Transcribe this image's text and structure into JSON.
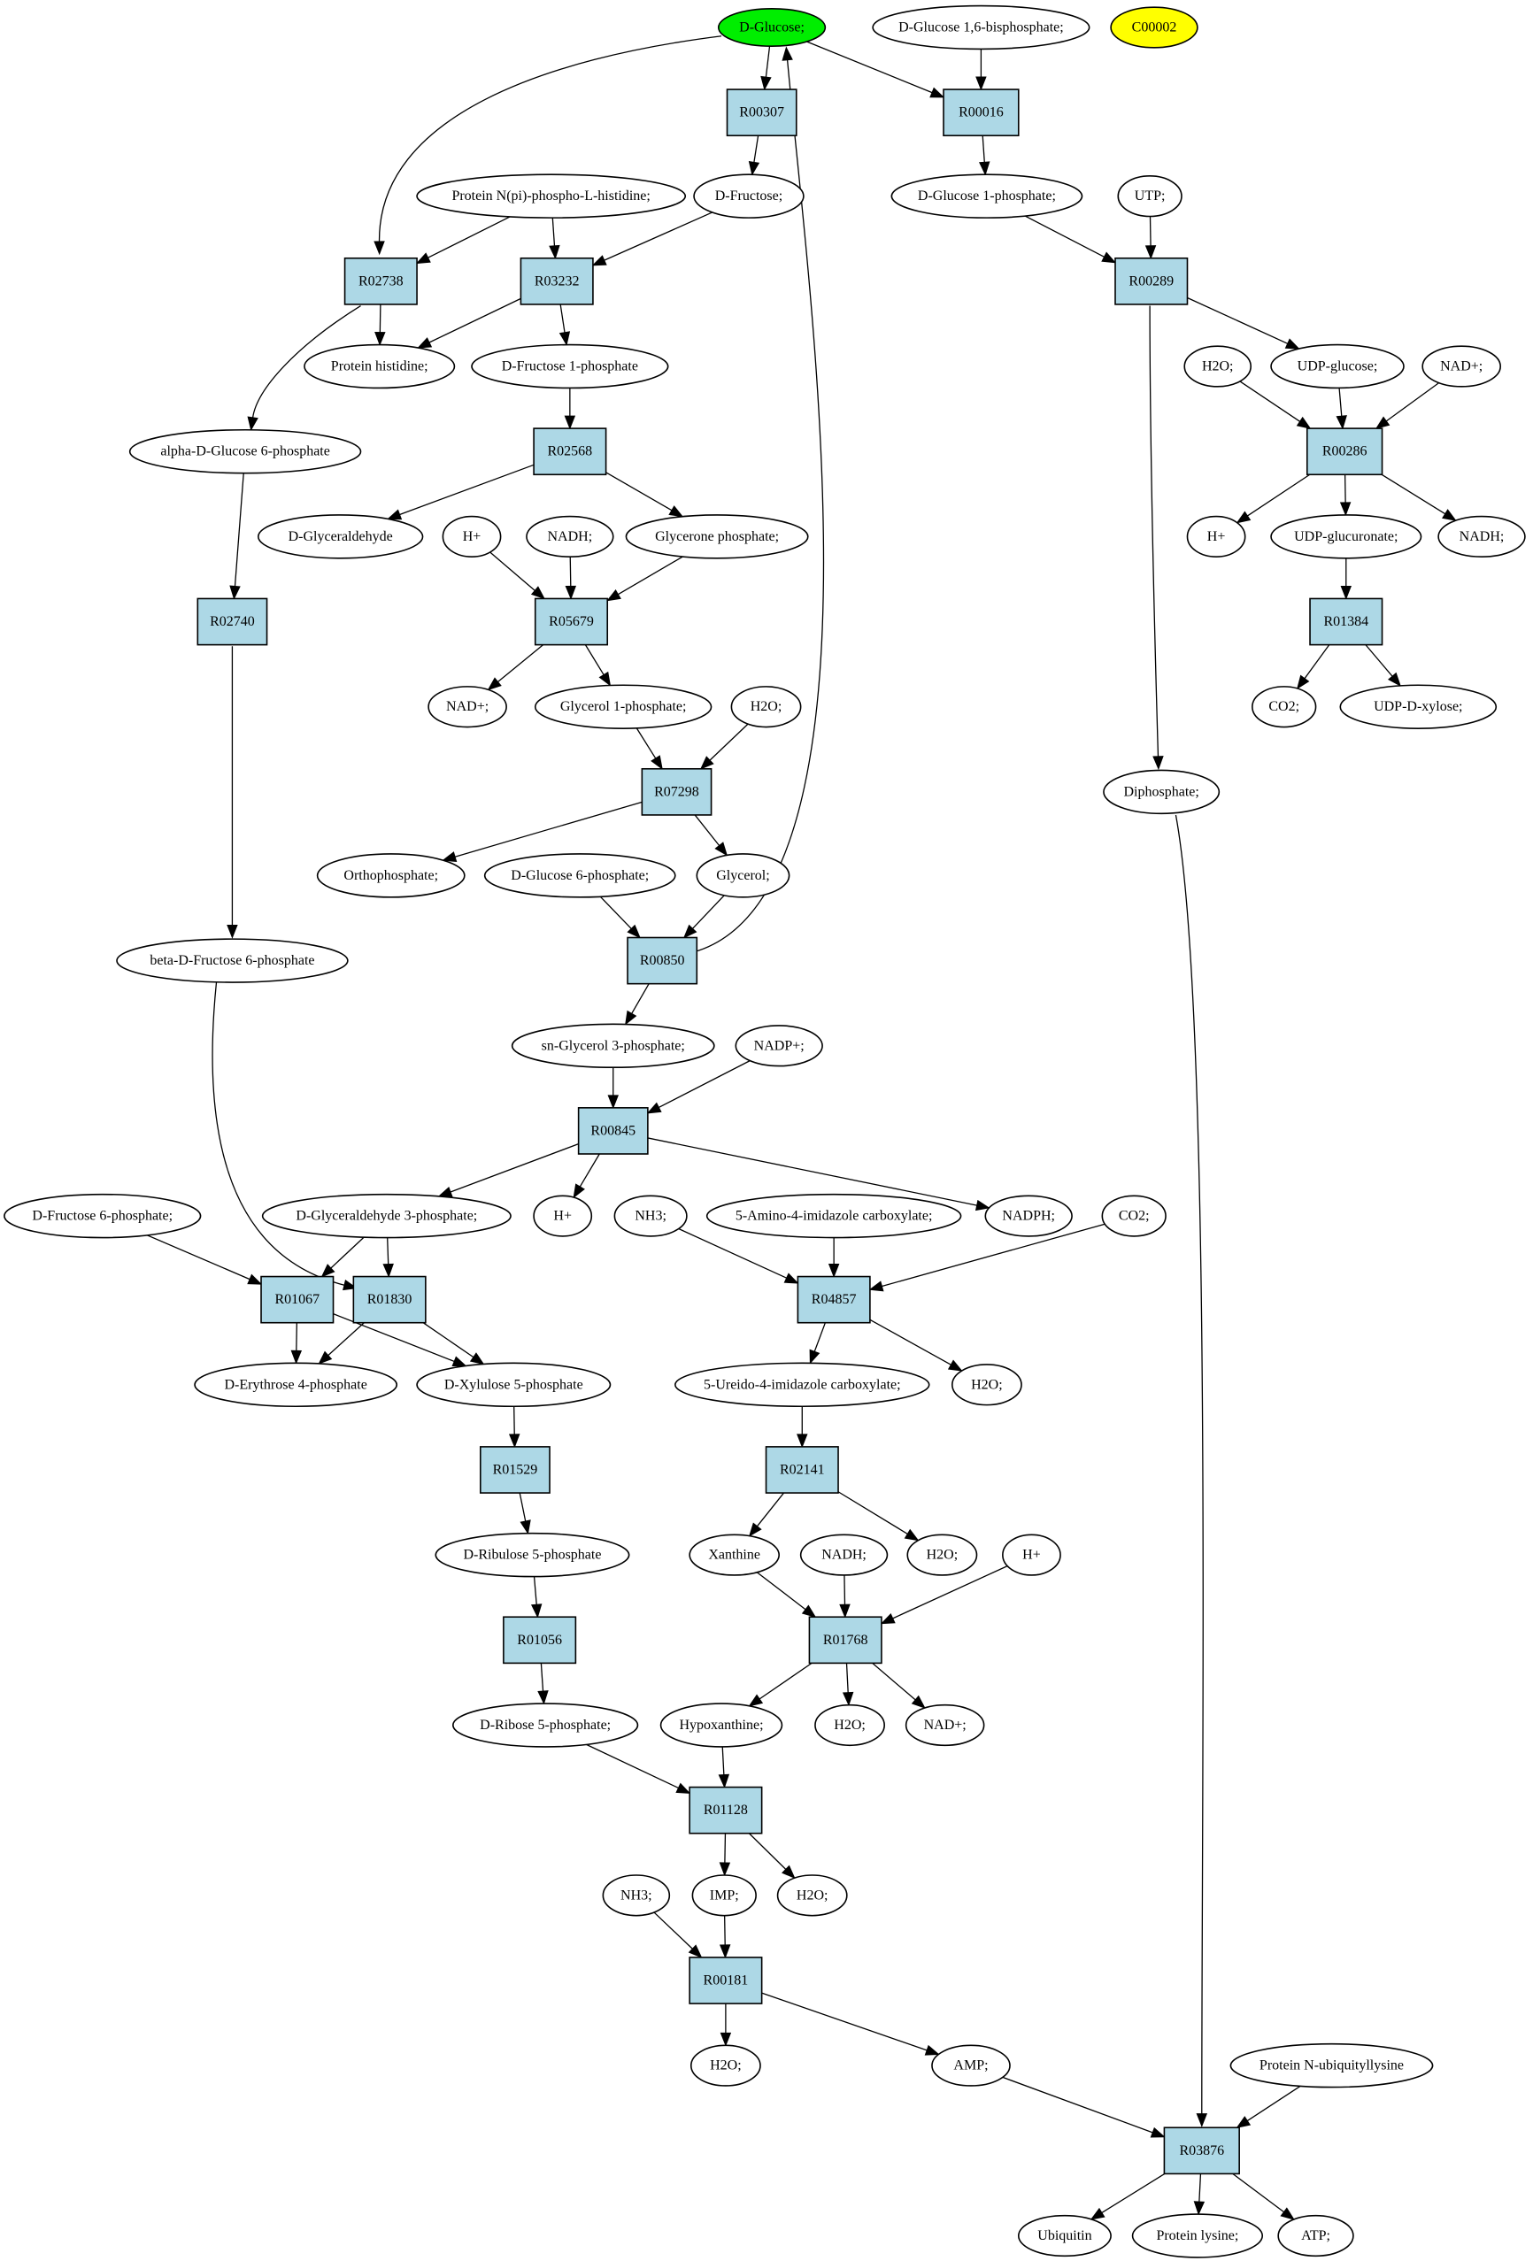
{
  "colors": {
    "start": "#00ee00",
    "marker": "#ffff00",
    "reaction": "#add8e6"
  },
  "nodes": [
    {
      "id": "dglc",
      "label": "D-Glucose;",
      "shape": "ellipse",
      "style": "start"
    },
    {
      "id": "g16bp",
      "label": "D-Glucose 1,6-bisphosphate;",
      "shape": "ellipse"
    },
    {
      "id": "c00002",
      "label": "C00002",
      "shape": "ellipse",
      "style": "marker"
    },
    {
      "id": "R00307",
      "label": "R00307",
      "shape": "box"
    },
    {
      "id": "R00016",
      "label": "R00016",
      "shape": "box"
    },
    {
      "id": "pnph",
      "label": "Protein N(pi)-phospho-L-histidine;",
      "shape": "ellipse"
    },
    {
      "id": "dfru",
      "label": "D-Fructose;",
      "shape": "ellipse"
    },
    {
      "id": "g1p",
      "label": "D-Glucose 1-phosphate;",
      "shape": "ellipse"
    },
    {
      "id": "utp",
      "label": "UTP;",
      "shape": "ellipse"
    },
    {
      "id": "R02738",
      "label": "R02738",
      "shape": "box"
    },
    {
      "id": "R03232",
      "label": "R03232",
      "shape": "box"
    },
    {
      "id": "R00289",
      "label": "R00289",
      "shape": "box"
    },
    {
      "id": "phis",
      "label": "Protein histidine;",
      "shape": "ellipse"
    },
    {
      "id": "f1p",
      "label": "D-Fructose 1-phosphate",
      "shape": "ellipse"
    },
    {
      "id": "h2o_a",
      "label": "H2O;",
      "shape": "ellipse"
    },
    {
      "id": "udpglc",
      "label": "UDP-glucose;",
      "shape": "ellipse"
    },
    {
      "id": "nadp_a",
      "label": "NAD+;",
      "shape": "ellipse"
    },
    {
      "id": "ag6p",
      "label": "alpha-D-Glucose 6-phosphate",
      "shape": "ellipse"
    },
    {
      "id": "R02568",
      "label": "R02568",
      "shape": "box"
    },
    {
      "id": "R00286",
      "label": "R00286",
      "shape": "box"
    },
    {
      "id": "dgly",
      "label": "D-Glyceraldehyde",
      "shape": "ellipse"
    },
    {
      "id": "hplus_a",
      "label": "H+",
      "shape": "ellipse"
    },
    {
      "id": "nadh_a",
      "label": "NADH;",
      "shape": "ellipse"
    },
    {
      "id": "glyp",
      "label": "Glycerone phosphate;",
      "shape": "ellipse"
    },
    {
      "id": "hplus_b",
      "label": "H+",
      "shape": "ellipse"
    },
    {
      "id": "udpglcu",
      "label": "UDP-glucuronate;",
      "shape": "ellipse"
    },
    {
      "id": "nadh_b",
      "label": "NADH;",
      "shape": "ellipse"
    },
    {
      "id": "R02740",
      "label": "R02740",
      "shape": "box"
    },
    {
      "id": "R05679",
      "label": "R05679",
      "shape": "box"
    },
    {
      "id": "R01384",
      "label": "R01384",
      "shape": "box"
    },
    {
      "id": "nadp_b",
      "label": "NAD+;",
      "shape": "ellipse"
    },
    {
      "id": "gol1p",
      "label": "Glycerol 1-phosphate;",
      "shape": "ellipse"
    },
    {
      "id": "h2o_b",
      "label": "H2O;",
      "shape": "ellipse"
    },
    {
      "id": "co2_a",
      "label": "CO2;",
      "shape": "ellipse"
    },
    {
      "id": "udpxyl",
      "label": "UDP-D-xylose;",
      "shape": "ellipse"
    },
    {
      "id": "R07298",
      "label": "R07298",
      "shape": "box"
    },
    {
      "id": "diphos",
      "label": "Diphosphate;",
      "shape": "ellipse"
    },
    {
      "id": "ortho",
      "label": "Orthophosphate;",
      "shape": "ellipse"
    },
    {
      "id": "g6p",
      "label": "D-Glucose 6-phosphate;",
      "shape": "ellipse"
    },
    {
      "id": "glycerol",
      "label": "Glycerol;",
      "shape": "ellipse"
    },
    {
      "id": "R00850",
      "label": "R00850",
      "shape": "box"
    },
    {
      "id": "bf6p",
      "label": "beta-D-Fructose 6-phosphate",
      "shape": "ellipse"
    },
    {
      "id": "sngol3p",
      "label": "sn-Glycerol 3-phosphate;",
      "shape": "ellipse"
    },
    {
      "id": "nadpplus",
      "label": "NADP+;",
      "shape": "ellipse"
    },
    {
      "id": "R00845",
      "label": "R00845",
      "shape": "box"
    },
    {
      "id": "df6p",
      "label": "D-Fructose 6-phosphate;",
      "shape": "ellipse"
    },
    {
      "id": "g3p",
      "label": "D-Glyceraldehyde 3-phosphate;",
      "shape": "ellipse"
    },
    {
      "id": "hplus_c",
      "label": "H+",
      "shape": "ellipse"
    },
    {
      "id": "nh3_a",
      "label": "NH3;",
      "shape": "ellipse"
    },
    {
      "id": "aic",
      "label": "5-Amino-4-imidazole carboxylate;",
      "shape": "ellipse"
    },
    {
      "id": "nadph",
      "label": "NADPH;",
      "shape": "ellipse"
    },
    {
      "id": "co2_b",
      "label": "CO2;",
      "shape": "ellipse"
    },
    {
      "id": "R01067",
      "label": "R01067",
      "shape": "box"
    },
    {
      "id": "R01830",
      "label": "R01830",
      "shape": "box"
    },
    {
      "id": "R04857",
      "label": "R04857",
      "shape": "box"
    },
    {
      "id": "e4p",
      "label": "D-Erythrose 4-phosphate",
      "shape": "ellipse"
    },
    {
      "id": "x5p",
      "label": "D-Xylulose 5-phosphate",
      "shape": "ellipse"
    },
    {
      "id": "uic",
      "label": "5-Ureido-4-imidazole carboxylate;",
      "shape": "ellipse"
    },
    {
      "id": "h2o_c",
      "label": "H2O;",
      "shape": "ellipse"
    },
    {
      "id": "R01529",
      "label": "R01529",
      "shape": "box"
    },
    {
      "id": "R02141",
      "label": "R02141",
      "shape": "box"
    },
    {
      "id": "ru5p",
      "label": "D-Ribulose 5-phosphate",
      "shape": "ellipse"
    },
    {
      "id": "xan",
      "label": "Xanthine",
      "shape": "ellipse"
    },
    {
      "id": "nadh_c",
      "label": "NADH;",
      "shape": "ellipse"
    },
    {
      "id": "h2o_d",
      "label": "H2O;",
      "shape": "ellipse"
    },
    {
      "id": "hplus_d",
      "label": "H+",
      "shape": "ellipse"
    },
    {
      "id": "R01056",
      "label": "R01056",
      "shape": "box"
    },
    {
      "id": "R01768",
      "label": "R01768",
      "shape": "box"
    },
    {
      "id": "r5p",
      "label": "D-Ribose 5-phosphate;",
      "shape": "ellipse"
    },
    {
      "id": "hyp",
      "label": "Hypoxanthine;",
      "shape": "ellipse"
    },
    {
      "id": "h2o_e",
      "label": "H2O;",
      "shape": "ellipse"
    },
    {
      "id": "nadp_c",
      "label": "NAD+;",
      "shape": "ellipse"
    },
    {
      "id": "R01128",
      "label": "R01128",
      "shape": "box"
    },
    {
      "id": "nh3_b",
      "label": "NH3;",
      "shape": "ellipse"
    },
    {
      "id": "imp",
      "label": "IMP;",
      "shape": "ellipse"
    },
    {
      "id": "h2o_f",
      "label": "H2O;",
      "shape": "ellipse"
    },
    {
      "id": "R00181",
      "label": "R00181",
      "shape": "box"
    },
    {
      "id": "h2o_g",
      "label": "H2O;",
      "shape": "ellipse"
    },
    {
      "id": "amp",
      "label": "AMP;",
      "shape": "ellipse"
    },
    {
      "id": "pnubl",
      "label": "Protein N-ubiquityllysine",
      "shape": "ellipse"
    },
    {
      "id": "R03876",
      "label": "R03876",
      "shape": "box"
    },
    {
      "id": "ubq",
      "label": "Ubiquitin",
      "shape": "ellipse"
    },
    {
      "id": "plys",
      "label": "Protein lysine;",
      "shape": "ellipse"
    },
    {
      "id": "atp",
      "label": "ATP;",
      "shape": "ellipse"
    }
  ],
  "edges": [
    [
      "dglc",
      "R00307"
    ],
    [
      "dglc",
      "R00016"
    ],
    [
      "dglc",
      "R02738"
    ],
    [
      "g16bp",
      "R00016"
    ],
    [
      "R00307",
      "dfru"
    ],
    [
      "R00016",
      "g1p"
    ],
    [
      "pnph",
      "R02738"
    ],
    [
      "pnph",
      "R03232"
    ],
    [
      "dfru",
      "R03232"
    ],
    [
      "g1p",
      "R00289"
    ],
    [
      "utp",
      "R00289"
    ],
    [
      "R02738",
      "phis"
    ],
    [
      "R02738",
      "ag6p"
    ],
    [
      "R03232",
      "phis"
    ],
    [
      "R03232",
      "f1p"
    ],
    [
      "R00289",
      "udpglc"
    ],
    [
      "R00289",
      "diphos"
    ],
    [
      "h2o_a",
      "R00286"
    ],
    [
      "udpglc",
      "R00286"
    ],
    [
      "nadp_a",
      "R00286"
    ],
    [
      "f1p",
      "R02568"
    ],
    [
      "R02568",
      "dgly"
    ],
    [
      "R02568",
      "glyp"
    ],
    [
      "R00286",
      "hplus_b"
    ],
    [
      "R00286",
      "udpglcu"
    ],
    [
      "R00286",
      "nadh_b"
    ],
    [
      "ag6p",
      "R02740"
    ],
    [
      "R02740",
      "bf6p"
    ],
    [
      "hplus_a",
      "R05679"
    ],
    [
      "nadh_a",
      "R05679"
    ],
    [
      "glyp",
      "R05679"
    ],
    [
      "udpglcu",
      "R01384"
    ],
    [
      "R01384",
      "co2_a"
    ],
    [
      "R01384",
      "udpxyl"
    ],
    [
      "R05679",
      "nadp_b"
    ],
    [
      "R05679",
      "gol1p"
    ],
    [
      "gol1p",
      "R07298"
    ],
    [
      "h2o_b",
      "R07298"
    ],
    [
      "R07298",
      "ortho"
    ],
    [
      "R07298",
      "glycerol"
    ],
    [
      "g6p",
      "R00850"
    ],
    [
      "glycerol",
      "R00850"
    ],
    [
      "R00850",
      "dglc"
    ],
    [
      "R00850",
      "sngol3p"
    ],
    [
      "sngol3p",
      "R00845"
    ],
    [
      "nadpplus",
      "R00845"
    ],
    [
      "R00845",
      "g3p"
    ],
    [
      "R00845",
      "hplus_c"
    ],
    [
      "R00845",
      "nadph"
    ],
    [
      "df6p",
      "R01067"
    ],
    [
      "g3p",
      "R01067"
    ],
    [
      "g3p",
      "R01830"
    ],
    [
      "bf6p",
      "R01830"
    ],
    [
      "nh3_a",
      "R04857"
    ],
    [
      "aic",
      "R04857"
    ],
    [
      "co2_b",
      "R04857"
    ],
    [
      "R01067",
      "e4p"
    ],
    [
      "R01067",
      "x5p"
    ],
    [
      "R01830",
      "e4p"
    ],
    [
      "R01830",
      "x5p"
    ],
    [
      "R04857",
      "uic"
    ],
    [
      "R04857",
      "h2o_c"
    ],
    [
      "x5p",
      "R01529"
    ],
    [
      "uic",
      "R02141"
    ],
    [
      "R01529",
      "ru5p"
    ],
    [
      "R02141",
      "xan"
    ],
    [
      "R02141",
      "h2o_d"
    ],
    [
      "ru5p",
      "R01056"
    ],
    [
      "xan",
      "R01768"
    ],
    [
      "nadh_c",
      "R01768"
    ],
    [
      "hplus_d",
      "R01768"
    ],
    [
      "R01056",
      "r5p"
    ],
    [
      "R01768",
      "hyp"
    ],
    [
      "R01768",
      "h2o_e"
    ],
    [
      "R01768",
      "nadp_c"
    ],
    [
      "r5p",
      "R01128"
    ],
    [
      "hyp",
      "R01128"
    ],
    [
      "R01128",
      "imp"
    ],
    [
      "R01128",
      "h2o_f"
    ],
    [
      "nh3_b",
      "R00181"
    ],
    [
      "imp",
      "R00181"
    ],
    [
      "R00181",
      "h2o_g"
    ],
    [
      "R00181",
      "amp"
    ],
    [
      "amp",
      "R03876"
    ],
    [
      "diphos",
      "R03876"
    ],
    [
      "pnubl",
      "R03876"
    ],
    [
      "R03876",
      "ubq"
    ],
    [
      "R03876",
      "plys"
    ],
    [
      "R03876",
      "atp"
    ]
  ]
}
